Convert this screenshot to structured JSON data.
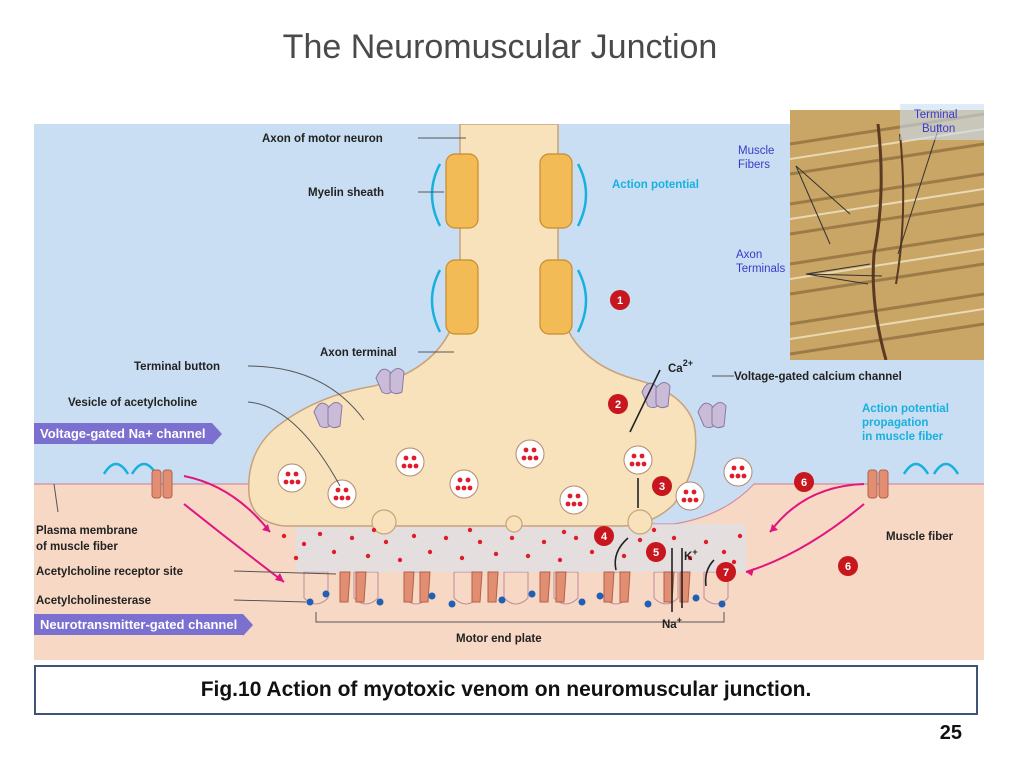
{
  "title": "The Neuromuscular Junction",
  "labels": {
    "axon_motor_neuron": "Axon of motor neuron",
    "myelin_sheath": "Myelin sheath",
    "axon_terminal": "Axon terminal",
    "terminal_button": "Terminal button",
    "vesicle_ach": "Vesicle of acetylcholine",
    "plasma_membrane_1": "Plasma membrane",
    "plasma_membrane_2": "of muscle fiber",
    "ach_receptor_site": "Acetylcholine receptor site",
    "ache": "Acetylcholinesterase",
    "motor_end_plate": "Motor end plate",
    "action_potential": "Action potential",
    "ca": "Ca",
    "ca_sup": "2+",
    "vg_calcium": "Voltage-gated calcium channel",
    "ap_prop_1": "Action potential",
    "ap_prop_2": "propagation",
    "ap_prop_3": "in muscle fiber",
    "muscle_fiber": "Muscle fiber",
    "k": "K",
    "k_sup": "+",
    "na": "Na",
    "na_sup": "+"
  },
  "badges": {
    "vg_na": "Voltage-gated Na+ channel",
    "nt_gated": "Neurotransmitter-gated channel"
  },
  "steps": [
    "1",
    "2",
    "3",
    "4",
    "5",
    "6",
    "6",
    "7"
  ],
  "micrograph": {
    "terminal_button_1": "Terminal",
    "terminal_button_2": "Button",
    "muscle_fibers_1": "Muscle",
    "muscle_fibers_2": "Fibers",
    "axon_terminals_1": "Axon",
    "axon_terminals_2": "Terminals"
  },
  "caption": "Fig.10 Action of myotoxic venom on neuromuscular junction.",
  "page_number": "25",
  "colors": {
    "background_blue": "#c9def2",
    "muscle_pink": "#f7d8c4",
    "neuron_cream": "#f7e2bc",
    "myelin": "#f2bb55",
    "step_red": "#c8161e",
    "dots_red": "#e01b2a",
    "badge_purple": "#7b6fcf",
    "cyan": "#18b0df",
    "magenta": "#e0157d"
  }
}
